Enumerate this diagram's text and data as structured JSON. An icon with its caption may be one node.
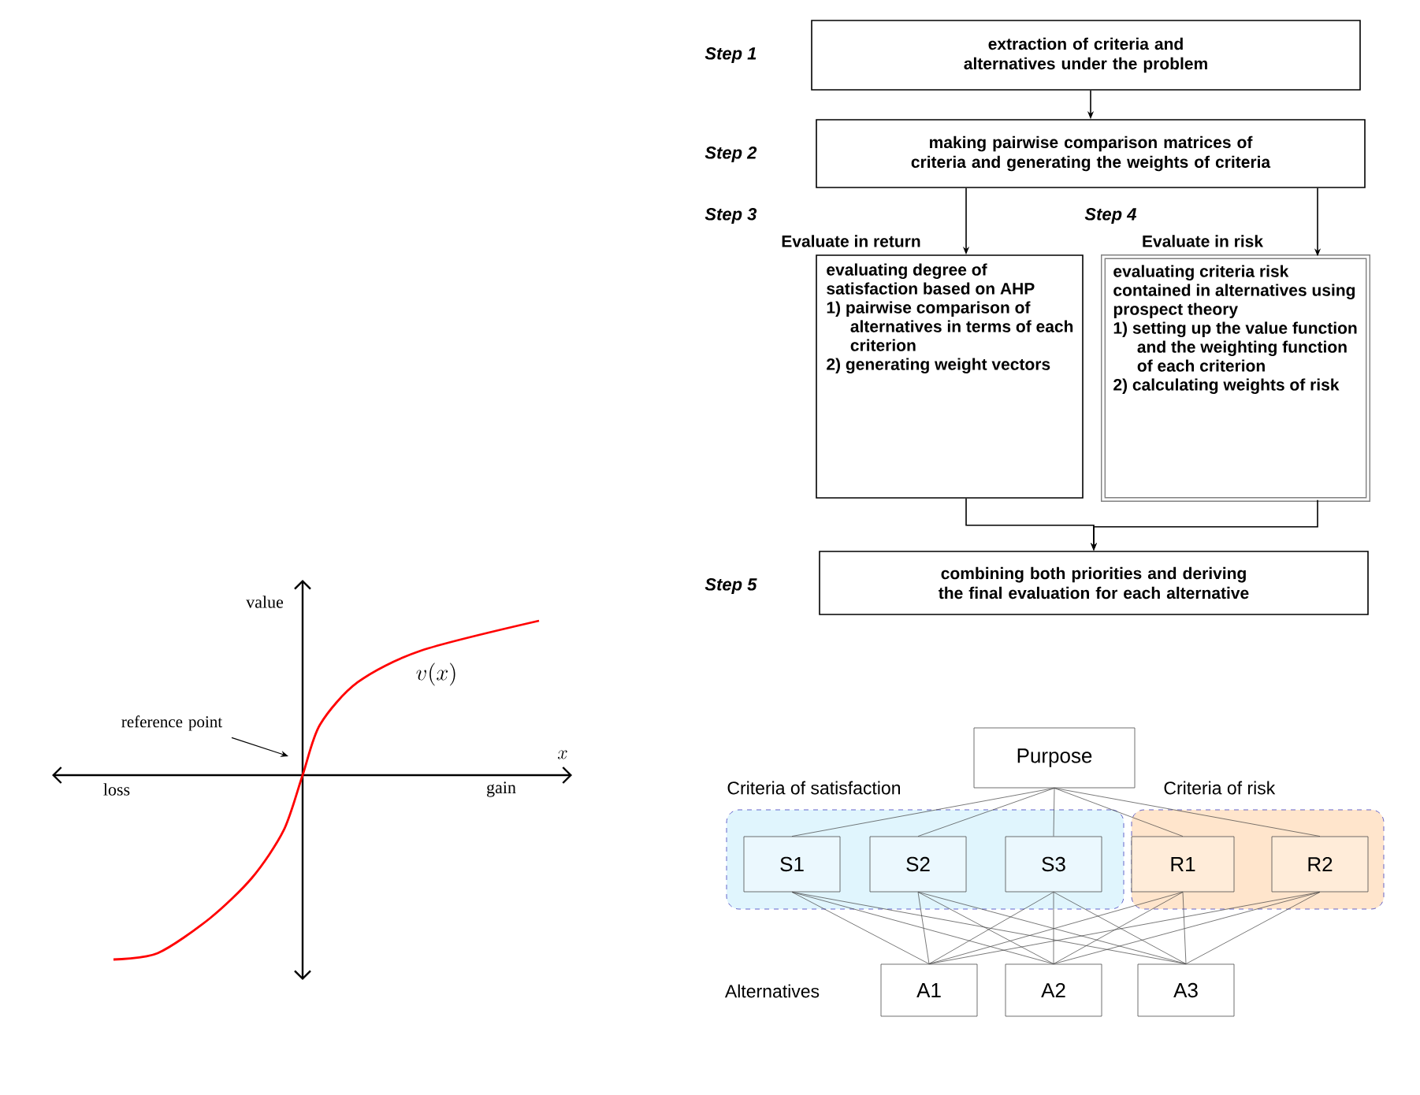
{
  "diagram": {
    "nodes": [
      {
        "text": [
          "extraction of criteria and alternatives under the problem"
        ],
        "beside": [
          "Step 1"
        ]
      },
      {
        "text": [
          "making pairwise comparison matrices of criteria and generating the weights of criteria"
        ],
        "beside": [
          "Step 2"
        ]
      },
      {
        "text": [
          "evaluating degree of satisfaction based on AHP",
          "1) pairwise comparison of alternatives in terms of each criterion",
          "2) generating weight vectors"
        ],
        "beside": [
          "Step 3",
          "Evaluate in return"
        ]
      },
      {
        "text": [
          "evaluating criteria risk contained in alternatives using prospect theory",
          "1) setting up the value function and the weighting function of each criterion",
          "2) calculating weights of risk"
        ],
        "beside": [
          "Step 4",
          "Evaluate in risk"
        ]
      },
      {
        "text": [
          "combining both priorities and deriving the final evaluation for each alternative"
        ],
        "beside": [
          "Step 5"
        ]
      },
      {
        "text": [
          "Purpose"
        ]
      },
      {
        "text": [
          "Criteria of satisfaction"
        ]
      },
      {
        "text": [
          "Criteria of risk"
        ]
      },
      {
        "text": [
          "S1"
        ],
        "in": 6
      },
      {
        "text": [
          "S2"
        ],
        "in": 6
      },
      {
        "text": [
          "S3"
        ],
        "in": 6
      },
      {
        "text": [
          "R1"
        ],
        "in": 7
      },
      {
        "text": [
          "R2"
        ],
        "in": 7
      },
      {
        "text": [
          "A1"
        ]
      },
      {
        "text": [
          "A2"
        ]
      },
      {
        "text": [
          "A3"
        ]
      },
      {
        "text": [
          "reference point"
        ]
      }
    ],
    "edges": [
      {
        "from": 0,
        "to": 1,
        "arrow": "to"
      },
      {
        "from": 1,
        "to": 2,
        "arrow": "to"
      },
      {
        "from": 1,
        "to": 3,
        "arrow": "to"
      },
      {
        "from": 2,
        "to": 4,
        "arrow": "to"
      },
      {
        "from": 3,
        "to": 4,
        "arrow": "to"
      },
      {
        "from": 5,
        "to": 8,
        "arrow": "none"
      },
      {
        "from": 5,
        "to": 9,
        "arrow": "none"
      },
      {
        "from": 5,
        "to": 10,
        "arrow": "none"
      },
      {
        "from": 5,
        "to": 11,
        "arrow": "none"
      },
      {
        "from": 5,
        "to": 12,
        "arrow": "none"
      },
      {
        "from": 8,
        "to": 13,
        "arrow": "none"
      },
      {
        "from": 8,
        "to": 14,
        "arrow": "none"
      },
      {
        "from": 8,
        "to": 15,
        "arrow": "none"
      },
      {
        "from": 9,
        "to": 13,
        "arrow": "none"
      },
      {
        "from": 9,
        "to": 14,
        "arrow": "none"
      },
      {
        "from": 9,
        "to": 15,
        "arrow": "none"
      },
      {
        "from": 10,
        "to": 13,
        "arrow": "none"
      },
      {
        "from": 10,
        "to": 14,
        "arrow": "none"
      },
      {
        "from": 10,
        "to": 15,
        "arrow": "none"
      },
      {
        "from": 11,
        "to": 13,
        "arrow": "none"
      },
      {
        "from": 11,
        "to": 14,
        "arrow": "none"
      },
      {
        "from": 11,
        "to": 15,
        "arrow": "none"
      },
      {
        "from": 12,
        "to": 13,
        "arrow": "none"
      },
      {
        "from": 12,
        "to": 14,
        "arrow": "none"
      },
      {
        "from": 12,
        "to": 15,
        "arrow": "none"
      },
      {
        "from": 16,
        "to": null,
        "arrow": "to"
      }
    ],
    "labels": [
      "value",
      "v(x)",
      "x",
      "loss",
      "gain",
      "Alternatives"
    ]
  }
}
